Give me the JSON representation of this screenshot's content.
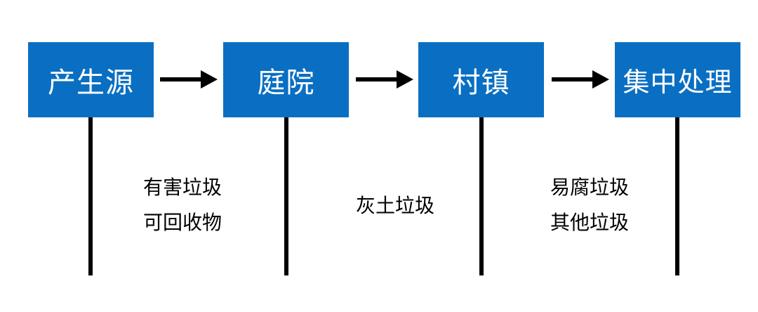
{
  "stages": [
    {
      "label": "产生源"
    },
    {
      "label": "庭院"
    },
    {
      "label": "村镇"
    },
    {
      "label": "集中处理"
    }
  ],
  "waste_groups": [
    {
      "items": [
        "有害垃圾",
        "可回收物"
      ]
    },
    {
      "items": [
        "灰土垃圾"
      ]
    },
    {
      "items": [
        "易腐垃圾",
        "其他垃圾"
      ]
    }
  ],
  "colors": {
    "box_fill": "#0a6fc2",
    "box_text": "#ffffff",
    "line": "#000000"
  },
  "icons": {
    "connector": "right-arrow-icon"
  }
}
